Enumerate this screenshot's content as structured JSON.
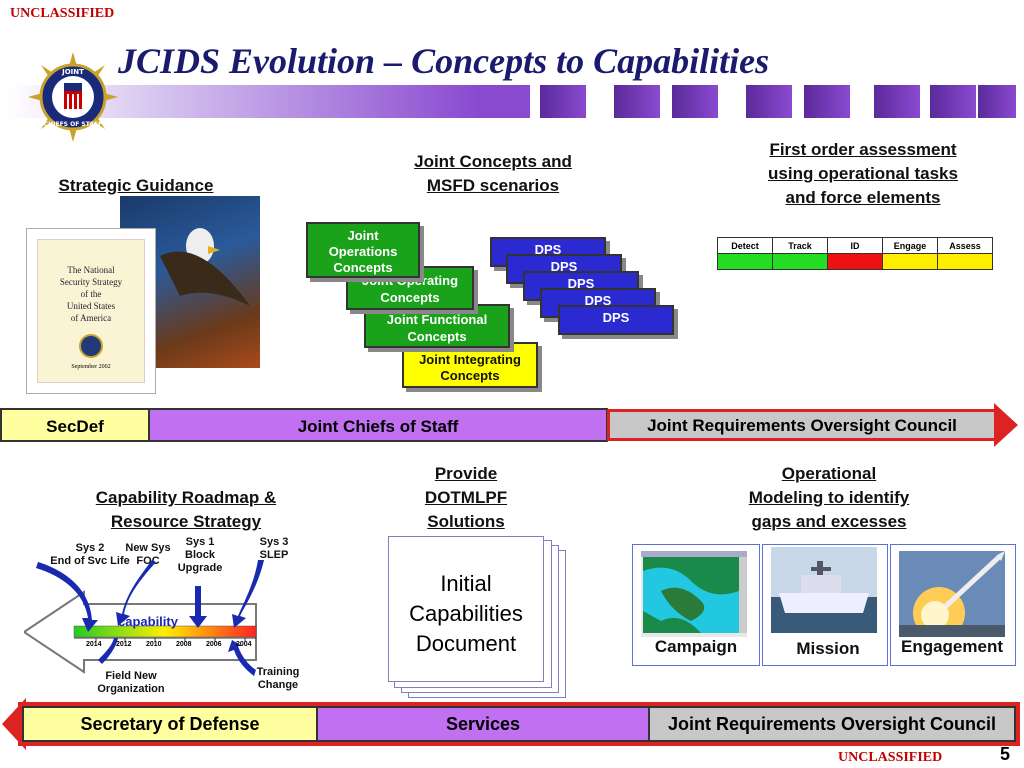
{
  "classification": {
    "top": "UNCLASSIFIED",
    "bottom": "UNCLASSIFIED"
  },
  "title": "JCIDS Evolution – Concepts to Capabilities",
  "page_number": "5",
  "seal": {
    "top_text": "JOINT",
    "bottom_text": "CHIEFS OF STAFF"
  },
  "strategic": {
    "heading": "Strategic Guidance",
    "doc_lines": [
      "The National",
      "Security Strategy",
      "of the",
      "United States",
      "of America"
    ],
    "doc_date": "September 2002"
  },
  "concepts": {
    "heading_lines": [
      "Joint Concepts and",
      "MSFD scenarios"
    ],
    "items": [
      {
        "label_lines": [
          "Joint",
          "Operations",
          "Concepts"
        ]
      },
      {
        "label_lines": [
          "Joint Operating",
          "Concepts"
        ]
      },
      {
        "label_lines": [
          "Joint Functional",
          "Concepts"
        ]
      },
      {
        "label_lines": [
          "Joint Integrating",
          "Concepts"
        ]
      }
    ],
    "dps": [
      "DPS",
      "DPS",
      "DPS",
      "DPS",
      "DPS"
    ]
  },
  "assessment": {
    "heading_lines": [
      "First order assessment",
      "using operational tasks",
      "and force elements"
    ],
    "columns": [
      "Detect",
      "Track",
      "ID",
      "Engage",
      "Assess"
    ],
    "status_colors": [
      "#22dd22",
      "#22dd22",
      "#ee1111",
      "#ffee00",
      "#ffee00"
    ]
  },
  "timeline_top": {
    "secdef": "SecDef",
    "jcs": "Joint Chiefs of Staff",
    "jroc": "Joint Requirements Oversight Council"
  },
  "roadmap": {
    "heading_lines": [
      "Capability Roadmap &",
      "Resource Strategy"
    ],
    "labels": {
      "sys2": [
        "Sys 2",
        "End of Svc Life"
      ],
      "newsys": [
        "New Sys",
        "FOC"
      ],
      "sys1": [
        "Sys 1",
        "Block",
        "Upgrade"
      ],
      "sys3": [
        "Sys 3",
        "SLEP"
      ],
      "fieldnew": [
        "Field New",
        "Organization"
      ],
      "training": [
        "Training",
        "Change"
      ]
    },
    "capability_label": "capability",
    "years": [
      "2014",
      "2012",
      "2010",
      "2008",
      "2006",
      "2004"
    ]
  },
  "dotmlpf": {
    "heading_lines": [
      "Provide",
      "DOTMLPF",
      "Solutions"
    ],
    "doc_lines": [
      "Initial",
      "Capabilities",
      "Document"
    ]
  },
  "modeling": {
    "heading_lines": [
      "Operational",
      "Modeling to identify",
      "gaps and excesses"
    ],
    "captions": [
      "Campaign",
      "Mission",
      "Engagement"
    ]
  },
  "timeline_bottom": {
    "secdef": "Secretary of Defense",
    "services": "Services",
    "jroc": "Joint Requirements Oversight Council"
  }
}
